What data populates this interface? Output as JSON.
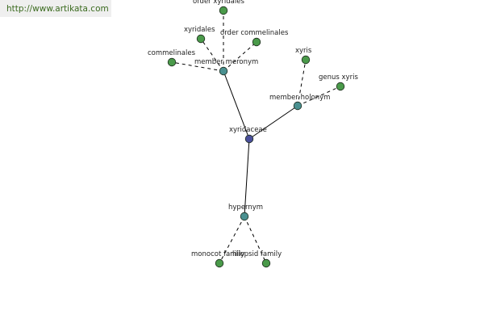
{
  "header": {
    "url": "http://www.artikata.com"
  },
  "colors": {
    "center": "#4a4f9a",
    "relation": "#4a9090",
    "leaf": "#4a9a4a"
  },
  "graph": {
    "nodes": [
      {
        "id": "xyridaceae",
        "label": "xyridaceae",
        "kind": "center"
      },
      {
        "id": "member_meronym",
        "label": "member meronym",
        "kind": "relation"
      },
      {
        "id": "member_holonym",
        "label": "member holonym",
        "kind": "relation"
      },
      {
        "id": "hypernym",
        "label": "hypernym",
        "kind": "relation"
      },
      {
        "id": "order_xyridales",
        "label": "order xyridales",
        "kind": "leaf"
      },
      {
        "id": "xyridales",
        "label": "xyridales",
        "kind": "leaf"
      },
      {
        "id": "order_commelinales",
        "label": "order commelinales",
        "kind": "leaf"
      },
      {
        "id": "commelinales",
        "label": "commelinales",
        "kind": "leaf"
      },
      {
        "id": "xyris",
        "label": "xyris",
        "kind": "leaf"
      },
      {
        "id": "genus_xyris",
        "label": "genus xyris",
        "kind": "leaf"
      },
      {
        "id": "monocot_family",
        "label": "monocot family",
        "kind": "leaf"
      },
      {
        "id": "liliopsid_family",
        "label": "liliopsid family",
        "kind": "leaf"
      }
    ],
    "edges": [
      {
        "from": "xyridaceae",
        "to": "member_meronym",
        "style": "solid"
      },
      {
        "from": "xyridaceae",
        "to": "member_holonym",
        "style": "solid"
      },
      {
        "from": "xyridaceae",
        "to": "hypernym",
        "style": "solid"
      },
      {
        "from": "member_meronym",
        "to": "order_xyridales",
        "style": "dashed"
      },
      {
        "from": "member_meronym",
        "to": "xyridales",
        "style": "dashed"
      },
      {
        "from": "member_meronym",
        "to": "order_commelinales",
        "style": "dashed"
      },
      {
        "from": "member_meronym",
        "to": "commelinales",
        "style": "dashed"
      },
      {
        "from": "member_holonym",
        "to": "xyris",
        "style": "dashed"
      },
      {
        "from": "member_holonym",
        "to": "genus_xyris",
        "style": "dashed"
      },
      {
        "from": "hypernym",
        "to": "monocot_family",
        "style": "dashed"
      },
      {
        "from": "hypernym",
        "to": "liliopsid_family",
        "style": "dashed"
      }
    ]
  }
}
